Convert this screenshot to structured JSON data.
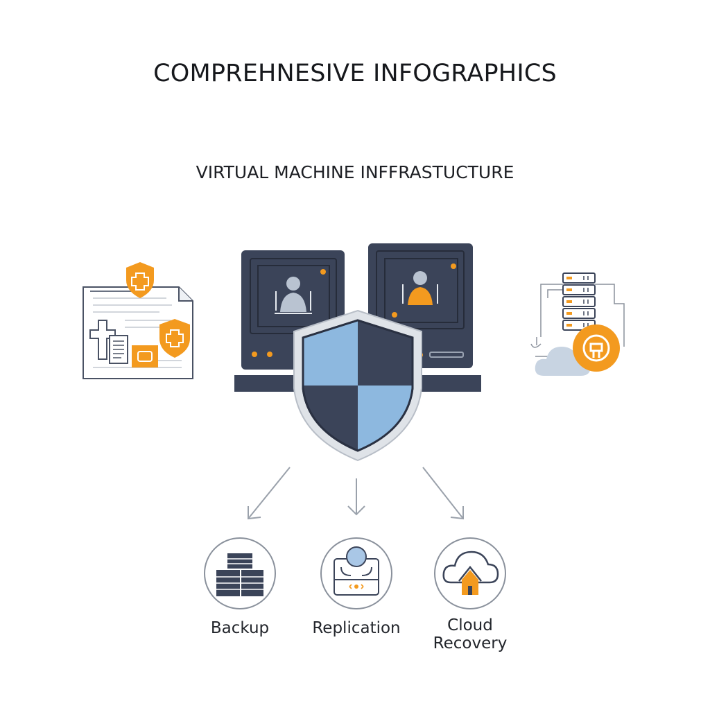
{
  "header": {
    "title": "COMPREHNESIVE INFOGRAPHICS",
    "subtitle": "VIRTUAL MACHINE INFFRASTUCTURE"
  },
  "features": [
    {
      "label": "Backup",
      "icon": "server-stack-icon"
    },
    {
      "label": "Replication",
      "icon": "replication-icon"
    },
    {
      "label": "Cloud Recovery",
      "icon": "cloud-home-icon"
    }
  ],
  "colors": {
    "navy": "#3a4358",
    "accent": "#f39a1f",
    "shield_light": "#8db8df",
    "line": "#9aa1ab"
  }
}
